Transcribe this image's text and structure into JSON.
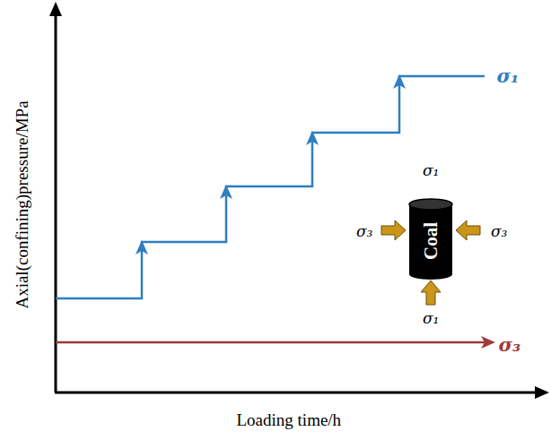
{
  "diagram": {
    "nodes": [
      {
        "text": [
          "Coal"
        ]
      }
    ],
    "labels": [
      "Axial(confining)pressure/MPa",
      "Loading time/h",
      "σ₁",
      "σ₃",
      "σ₁",
      "σ₃",
      "σ₃",
      "σ₁"
    ]
  }
}
